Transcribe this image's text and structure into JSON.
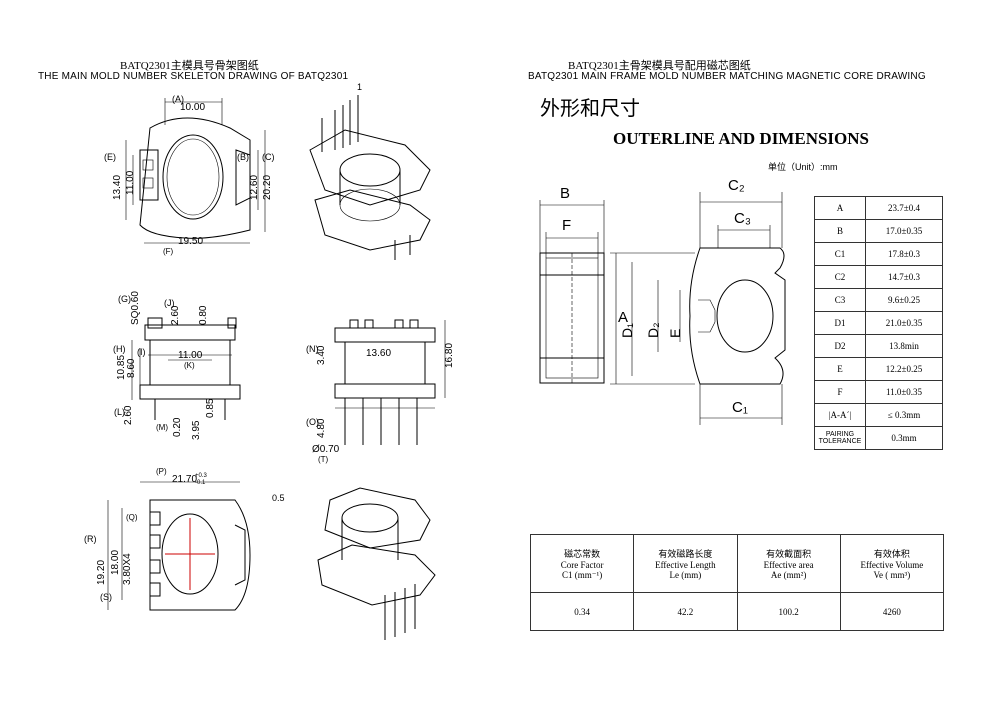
{
  "left": {
    "title_cn": "BATQ2301主模具号骨架图纸",
    "title_en": "THE MAIN MOLD NUMBER SKELETON DRAWING OF BATQ2301",
    "top_view": {
      "A": "(A)",
      "A_dim": "10.00",
      "B": "(B)",
      "C": "(C)",
      "E": "(E)",
      "F": "(F)",
      "d1": "13.40",
      "d2": "11.00",
      "d3": "12.60",
      "d4": "20.20",
      "d5": "19.50",
      "pin1": "1"
    },
    "side_view": {
      "G": "(G)",
      "J": "(J)",
      "H": "(H)",
      "I": "(I)",
      "K": "(K)",
      "L": "(L)",
      "M": "(M)",
      "sq": "SQ0.60",
      "d260": "2.60",
      "d080": "0.80",
      "d1100": "11.00",
      "d1085": "10.85",
      "d860": "8.60",
      "d260b": "2.60",
      "d020": "0.20",
      "d395": "3.95",
      "d085": "0.85"
    },
    "front_view": {
      "N": "(N)",
      "O": "(O)",
      "T": "(T)",
      "d340": "3.40",
      "d1360": "13.60",
      "d1680": "16.80",
      "d480": "4.80",
      "dia": "Ø0.70"
    },
    "bottom_view": {
      "P": "(P)",
      "R": "(R)",
      "S": "(S)",
      "Q": "(Q)",
      "d2170": "21.70",
      "tol_plus": "+0.3",
      "tol_minus": "-0.1",
      "d050": "0.5",
      "d1920": "19.20",
      "d1800": "18.00",
      "d380": "3.80X4"
    }
  },
  "right": {
    "title_cn": "BATQ2301主骨架模具号配用磁芯图纸",
    "title_en": "BATQ2301 MAIN FRAME MOLD NUMBER MATCHING MAGNETIC CORE DRAWING",
    "heading_cn": "外形和尺寸",
    "heading_en": "OUTERLINE AND DIMENSIONS",
    "unit": "单位（Unit）:mm",
    "core_labels": {
      "B": "B",
      "F": "F",
      "C2": "C₂",
      "C3": "C₃",
      "A": "A",
      "D1": "D₁",
      "D2": "D₂",
      "E": "E",
      "C1": "C₁"
    },
    "dimensions": [
      {
        "key": "A",
        "value": "23.7±0.4"
      },
      {
        "key": "B",
        "value": "17.0±0.35"
      },
      {
        "key": "C1",
        "value": "17.8±0.3"
      },
      {
        "key": "C2",
        "value": "14.7±0.3"
      },
      {
        "key": "C3",
        "value": "9.6±0.25"
      },
      {
        "key": "D1",
        "value": "21.0±0.35"
      },
      {
        "key": "D2",
        "value": "13.8min"
      },
      {
        "key": "E",
        "value": "12.2±0.25"
      },
      {
        "key": "F",
        "value": "11.0±0.35"
      },
      {
        "key": "|A-A´|",
        "value": "≤ 0.3mm"
      },
      {
        "key": "PAIRING TOLERANCE",
        "value": "0.3mm"
      }
    ],
    "factors": {
      "headers_cn": [
        "磁芯常数",
        "有效磁路长度",
        "有效截面积",
        "有效体积"
      ],
      "headers_en": [
        "Core Factor",
        "Effective Length",
        "Effective area",
        "Effective Volume"
      ],
      "headers_unit": [
        "C1 (mm⁻¹)",
        "Le (mm)",
        "Ae (mm²)",
        "Ve ( mm³)"
      ],
      "values": [
        "0.34",
        "42.2",
        "100.2",
        "4260"
      ]
    }
  }
}
